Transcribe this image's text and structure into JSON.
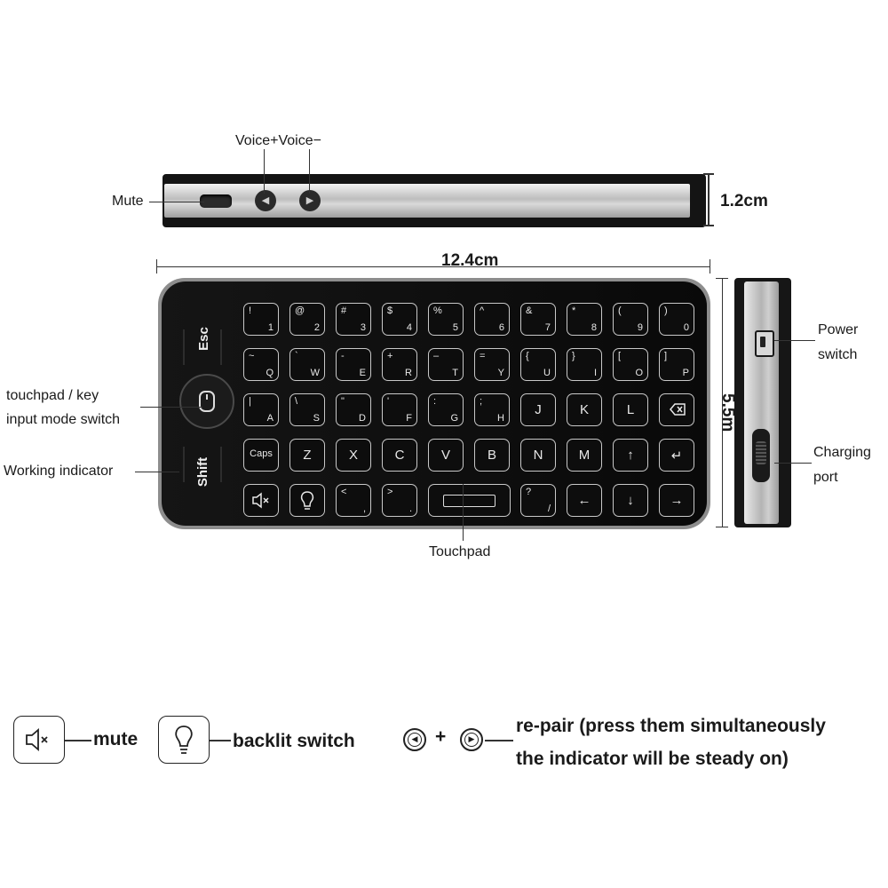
{
  "labels": {
    "voice": "Voice+Voice−",
    "mute": "Mute",
    "height_dim": "1.2cm",
    "width_dim": "12.4cm",
    "depth_dim": "5.5m",
    "touchpad_mode_line1": "touchpad / key",
    "touchpad_mode_line2": "input mode switch",
    "working_indicator": "Working indicator",
    "touchpad": "Touchpad",
    "power_switch_line1": "Power",
    "power_switch_line2": "switch",
    "charging_port_line1": "Charging",
    "charging_port_line2": "port"
  },
  "keyboard": {
    "esc": "Esc",
    "shift": "Shift",
    "row1": [
      {
        "tl": "!",
        "br": "1"
      },
      {
        "tl": "@",
        "br": "2"
      },
      {
        "tl": "#",
        "br": "3"
      },
      {
        "tl": "$",
        "br": "4"
      },
      {
        "tl": "%",
        "br": "5"
      },
      {
        "tl": "^",
        "br": "6"
      },
      {
        "tl": "&",
        "br": "7"
      },
      {
        "tl": "*",
        "br": "8"
      },
      {
        "tl": "(",
        "br": "9"
      },
      {
        "tl": ")",
        "br": "0"
      }
    ],
    "row2": [
      {
        "tl": "~",
        "br": "Q"
      },
      {
        "tl": "`",
        "br": "W"
      },
      {
        "tl": "-",
        "br": "E"
      },
      {
        "tl": "+",
        "br": "R"
      },
      {
        "tl": "–",
        "br": "T"
      },
      {
        "tl": "=",
        "br": "Y"
      },
      {
        "tl": "{",
        "br": "U"
      },
      {
        "tl": "}",
        "br": "I"
      },
      {
        "tl": "[",
        "br": "O"
      },
      {
        "tl": "]",
        "br": "P"
      }
    ],
    "row3": [
      {
        "tl": "|",
        "br": "A"
      },
      {
        "tl": "\\",
        "br": "S"
      },
      {
        "tl": "\"",
        "br": "D"
      },
      {
        "tl": "'",
        "br": "F"
      },
      {
        "tl": ":",
        "br": "G"
      },
      {
        "tl": ";",
        "br": "H"
      },
      {
        "tl": "",
        "br": "J"
      },
      {
        "tl": "",
        "br": "K"
      },
      {
        "tl": "",
        "br": "L"
      }
    ],
    "row4": [
      "Caps",
      "Z",
      "X",
      "C",
      "V",
      "B",
      "N",
      "M"
    ],
    "row5": [
      {
        "tl": "<",
        "br": ","
      },
      {
        "tl": ">",
        "br": "."
      },
      {
        "tl": "?",
        "br": "/"
      }
    ],
    "arrows": {
      "up": "↑",
      "down": "↓",
      "left": "←",
      "right": "→",
      "enter": "↵"
    }
  },
  "legend": {
    "mute": "mute",
    "backlit": "backlit switch",
    "plus": "+",
    "repair_line1": "re-pair (press them simultaneously",
    "repair_line2": "the indicator will be steady on)"
  }
}
